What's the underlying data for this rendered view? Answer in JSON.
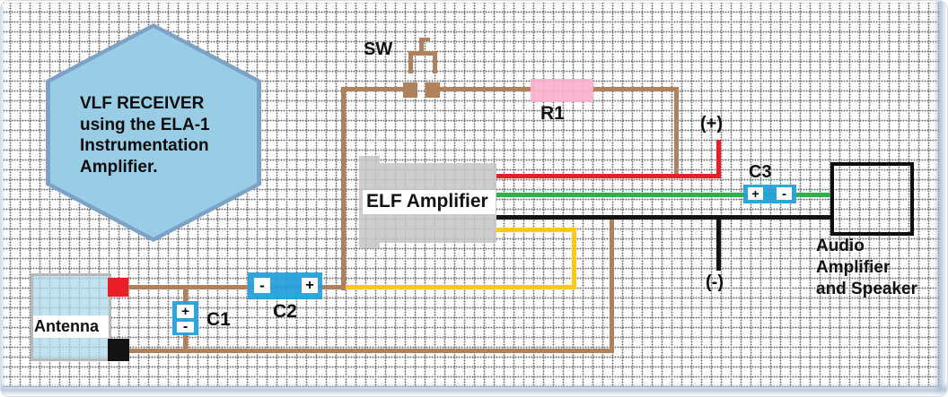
{
  "title_callout": {
    "text": "VLF  RECEIVER\nusing the ELA-1\nInstrumentation\nAmplifier."
  },
  "components": {
    "switch": {
      "label": "SW"
    },
    "resistor_r1": {
      "label": "R1"
    },
    "elf_amplifier": {
      "label": "ELF Amplifier"
    },
    "capacitor_c1": {
      "label": "C1",
      "pos": "+",
      "neg": "-"
    },
    "capacitor_c2": {
      "label": "C2",
      "pos": "+",
      "neg": "-"
    },
    "capacitor_c3": {
      "label": "C3",
      "pos": "+",
      "neg": "-"
    },
    "antenna": {
      "label": "Antenna"
    },
    "audio_amplifier": {
      "label": "Audio\nAmplifier\nand Speaker"
    },
    "supply_positive": {
      "label": "(+)"
    },
    "supply_negative": {
      "label": "(-)"
    }
  },
  "colors": {
    "wire_brown": "#b1815c",
    "wire_red": "#e81f27",
    "wire_green": "#2db14e",
    "wire_black": "#141414",
    "wire_yellow": "#fdc913",
    "resistor_pink": "#fab1cc",
    "capacitor_blue": "#24a0dc",
    "callout_fill": "#a0d6eb",
    "callout_border": "#7da2c8",
    "antenna_fill": "#b1daec",
    "amplifier_gray": "#c6c6c6"
  }
}
